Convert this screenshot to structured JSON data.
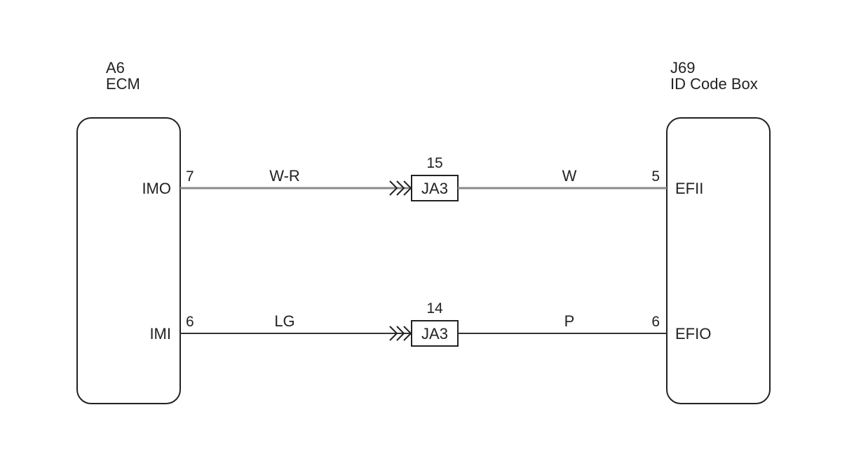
{
  "components": {
    "ecm": {
      "ref": "A6",
      "name": "ECM"
    },
    "idbox": {
      "ref": "J69",
      "name": "ID Code Box"
    }
  },
  "circuits": [
    {
      "left_terminal": "IMO",
      "left_pin": "7",
      "wire_left": "W-R",
      "junction_pin": "15",
      "junction": "JA3",
      "wire_right": "W",
      "right_pin": "5",
      "right_terminal": "EFII"
    },
    {
      "left_terminal": "IMI",
      "left_pin": "6",
      "wire_left": "LG",
      "junction_pin": "14",
      "junction": "JA3",
      "wire_right": "P",
      "right_pin": "6",
      "right_terminal": "EFIO"
    }
  ]
}
